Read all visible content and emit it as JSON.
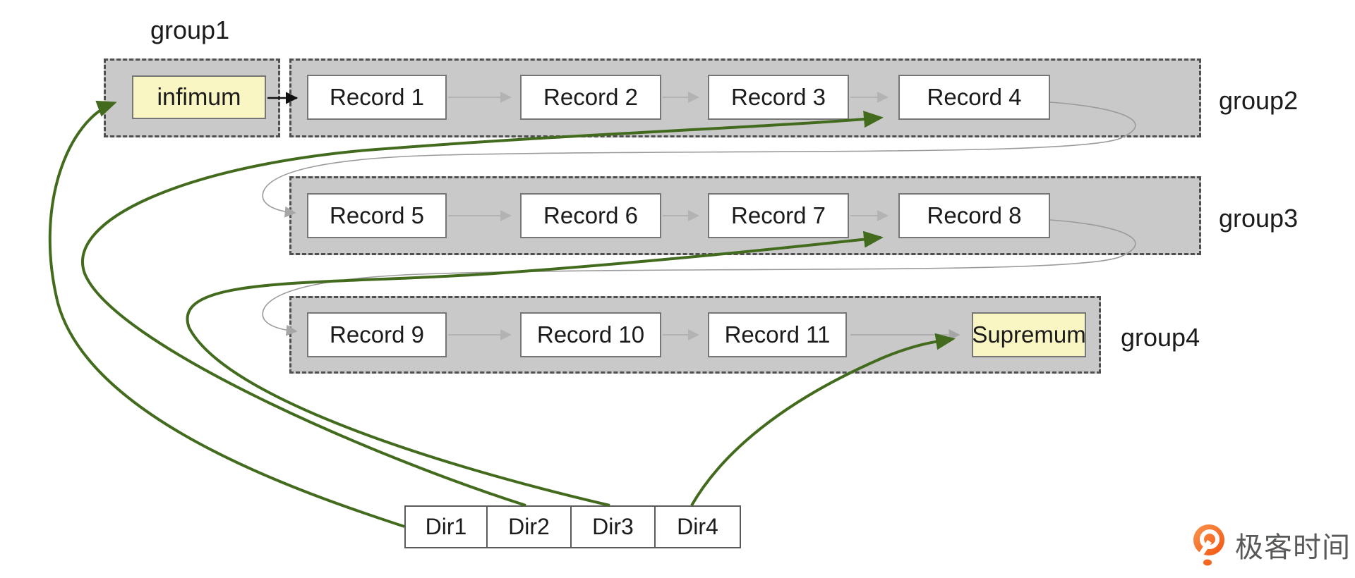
{
  "groups": {
    "g1": {
      "label": "group1"
    },
    "g2": {
      "label": "group2"
    },
    "g3": {
      "label": "group3"
    },
    "g4": {
      "label": "group4"
    }
  },
  "nodes": {
    "infimum": "infimum",
    "records": [
      "Record 1",
      "Record 2",
      "Record 3",
      "Record 4",
      "Record 5",
      "Record 6",
      "Record 7",
      "Record 8",
      "Record 9",
      "Record 10",
      "Record 11"
    ],
    "supremum": "Supremum"
  },
  "directory": [
    "Dir1",
    "Dir2",
    "Dir3",
    "Dir4"
  ],
  "branding": {
    "logo_text": "极客时间"
  },
  "colors": {
    "group_fill": "#c9c9c9",
    "dashed_border": "#4f4f4f",
    "node_border": "#767676",
    "sentinel_yellow": "#faf6c3",
    "green_arrow": "#426b1d",
    "gray_arrow": "#b3b3b3",
    "loop_line": "#9b9b9b",
    "black_arrow": "#111111",
    "logo_orange": "#f4651f",
    "logo_text_gray": "#58595b"
  }
}
